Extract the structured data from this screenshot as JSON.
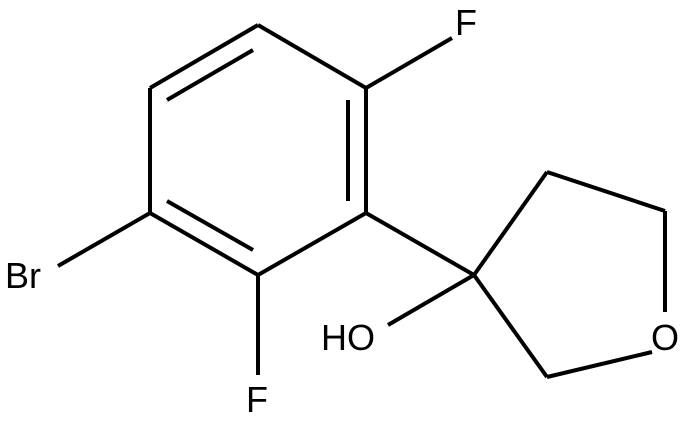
{
  "molecule": {
    "labels": {
      "fluorine_top": "F",
      "fluorine_bottom": "F",
      "bromine": "Br",
      "hydroxyl": "HO",
      "ring_oxygen": "O"
    }
  }
}
